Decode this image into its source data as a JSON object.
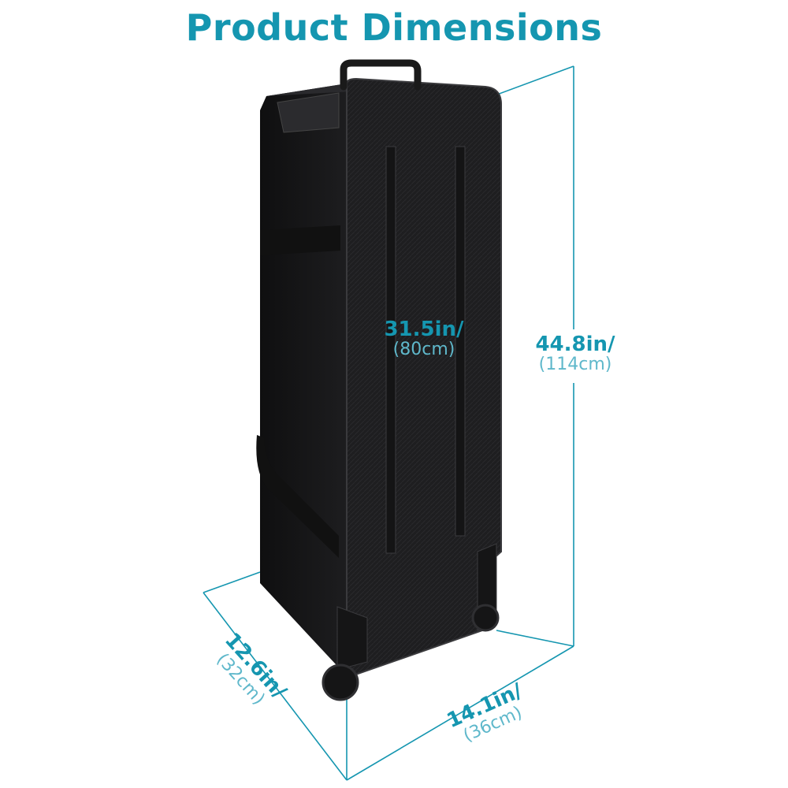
{
  "title": "Product Dimensions",
  "colors": {
    "accent": "#1596b0",
    "accent_light": "#5fb8cb",
    "case_body": "#1c1c1e",
    "case_edge": "#2e2e31"
  },
  "icons": {
    "product": "rolling-case-icon",
    "handle": "handle-icon",
    "wheel": "wheel-icon"
  },
  "dimensions": {
    "height": {
      "main": "44.8in/",
      "sub": "(114cm)"
    },
    "inner": {
      "main": "31.5in/",
      "sub": "(80cm)"
    },
    "depth": {
      "main": "12.6in/",
      "sub": "(32cm)"
    },
    "width": {
      "main": "14.1in/",
      "sub": "(36cm)"
    }
  }
}
